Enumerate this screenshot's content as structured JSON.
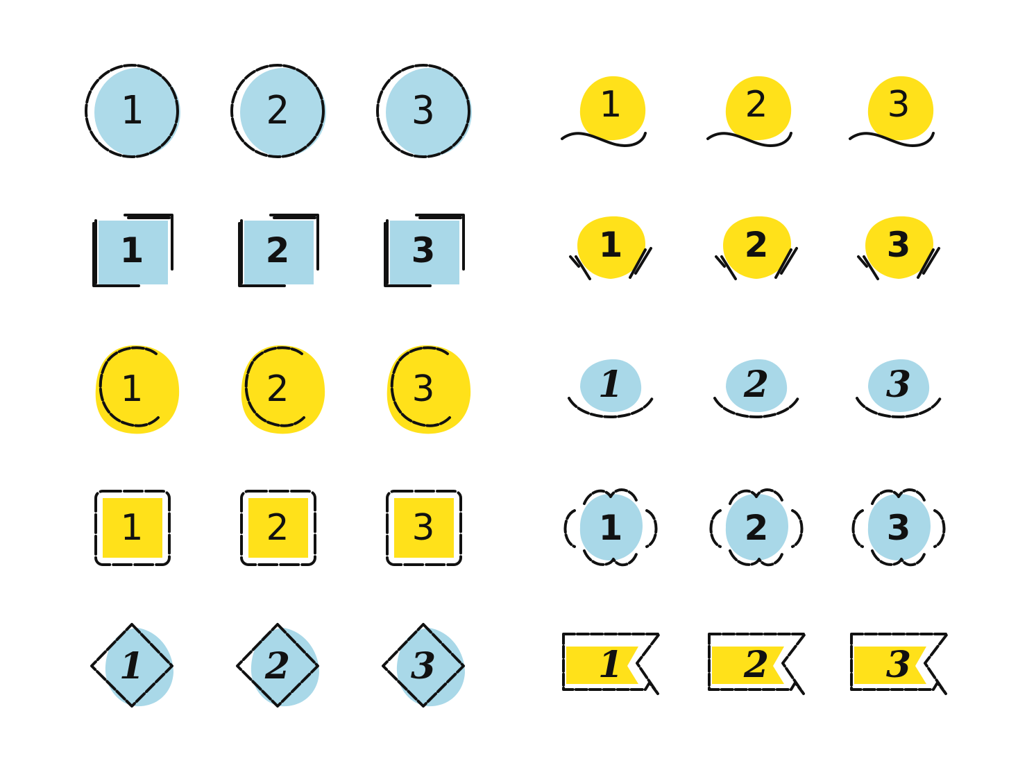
{
  "colors": {
    "blue": "#a9d8e8",
    "yellow": "#ffe11a",
    "ink": "#111111"
  },
  "styles": [
    {
      "id": "circle-dashed",
      "fill": "blue",
      "labels": [
        "1",
        "2",
        "3"
      ]
    },
    {
      "id": "square-bracket",
      "fill": "blue",
      "labels": [
        "1",
        "2",
        "3"
      ]
    },
    {
      "id": "circle-partial",
      "fill": "yellow",
      "labels": [
        "1",
        "2",
        "3"
      ]
    },
    {
      "id": "square-rounded-dashed",
      "fill": "yellow",
      "labels": [
        "1",
        "2",
        "3"
      ]
    },
    {
      "id": "diamond-dashed",
      "fill": "blue",
      "labels": [
        "1",
        "2",
        "3"
      ]
    },
    {
      "id": "blob-wave",
      "fill": "yellow",
      "labels": [
        "1",
        "2",
        "3"
      ]
    },
    {
      "id": "blob-slashes",
      "fill": "yellow",
      "labels": [
        "1",
        "2",
        "3"
      ]
    },
    {
      "id": "blob-arc",
      "fill": "blue",
      "labels": [
        "1",
        "2",
        "3"
      ]
    },
    {
      "id": "cloud-dashed",
      "fill": "blue",
      "labels": [
        "1",
        "2",
        "3"
      ]
    },
    {
      "id": "flag-dashed",
      "fill": "yellow",
      "labels": [
        "1",
        "2",
        "3"
      ]
    }
  ]
}
